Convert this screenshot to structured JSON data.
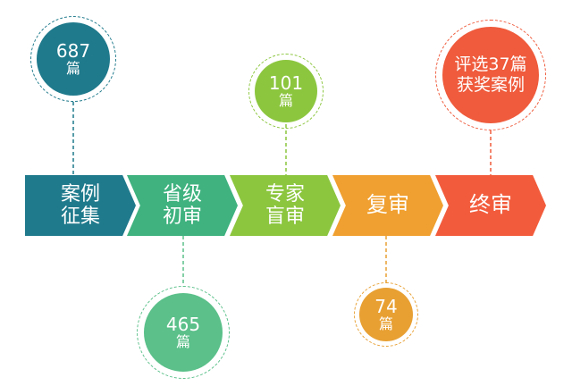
{
  "steps": [
    {
      "label": "案例\n征集",
      "color": "#1f7a8c",
      "value": "687",
      "unit": "篇",
      "accent": "#1f7a8c"
    },
    {
      "label": "省级\n初审",
      "color": "#3fb27f",
      "value": "465",
      "unit": "篇",
      "accent": "#5bc08a"
    },
    {
      "label": "专家\n盲审",
      "color": "#8cc63f",
      "value": "101",
      "unit": "篇",
      "accent": "#8cc63f"
    },
    {
      "label": "复审",
      "color": "#f0a030",
      "value": "74",
      "unit": "篇",
      "accent": "#e8a033"
    },
    {
      "label": "终审",
      "color": "#f25c3c",
      "value": "评选37篇",
      "unit": "获奖案例",
      "accent": "#ef5b3c"
    }
  ]
}
